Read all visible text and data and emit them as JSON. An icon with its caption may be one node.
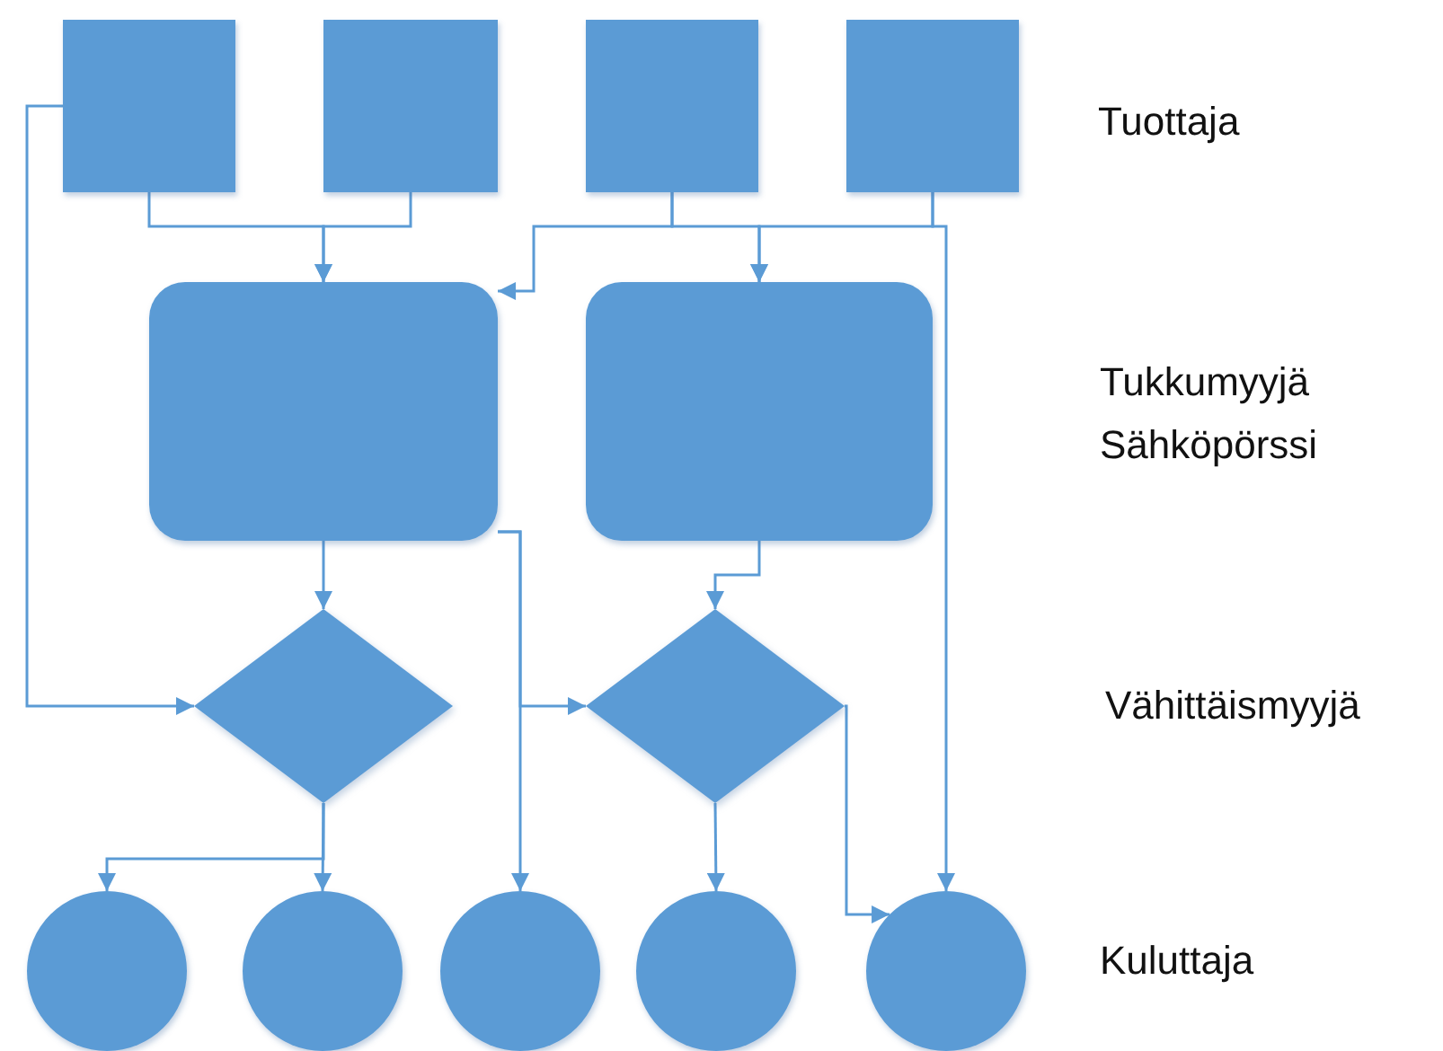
{
  "diagram": {
    "nodes": [
      {
        "text": [],
        "shape": "box"
      },
      {
        "text": [],
        "shape": "box"
      },
      {
        "text": [],
        "shape": "box"
      },
      {
        "text": [],
        "shape": "box"
      },
      {
        "text": [],
        "shape": "box"
      },
      {
        "text": [],
        "shape": "box"
      },
      {
        "text": [],
        "shape": "diamond"
      },
      {
        "text": [],
        "shape": "diamond"
      },
      {
        "text": [],
        "shape": "circle"
      },
      {
        "text": [],
        "shape": "circle"
      },
      {
        "text": [],
        "shape": "circle"
      },
      {
        "text": [],
        "shape": "circle"
      },
      {
        "text": [],
        "shape": "circle"
      }
    ],
    "edges": [
      {
        "from": 0,
        "to": 6,
        "arrow": "to"
      },
      {
        "from": 0,
        "to": 4,
        "arrow": "to"
      },
      {
        "from": 1,
        "to": 4,
        "arrow": "to"
      },
      {
        "from": 2,
        "to": 4,
        "arrow": "to"
      },
      {
        "from": 2,
        "to": 5,
        "arrow": "to"
      },
      {
        "from": 3,
        "to": 5,
        "arrow": "to"
      },
      {
        "from": 3,
        "to": 12,
        "arrow": "to"
      },
      {
        "from": 4,
        "to": 6,
        "arrow": "to"
      },
      {
        "from": 4,
        "to": 10,
        "arrow": "to"
      },
      {
        "from": 4,
        "to": 7,
        "arrow": "to"
      },
      {
        "from": 5,
        "to": 7,
        "arrow": "to"
      },
      {
        "from": 6,
        "to": 8,
        "arrow": "to"
      },
      {
        "from": 6,
        "to": 9,
        "arrow": "to"
      },
      {
        "from": 7,
        "to": 11,
        "arrow": "to"
      },
      {
        "from": 7,
        "to": 12,
        "arrow": "to"
      }
    ],
    "labels": [
      "Tuottaja",
      "Tukkumyyjä Sähköpörssi",
      "Vähittäismyyjä",
      "Kuluttaja"
    ]
  }
}
